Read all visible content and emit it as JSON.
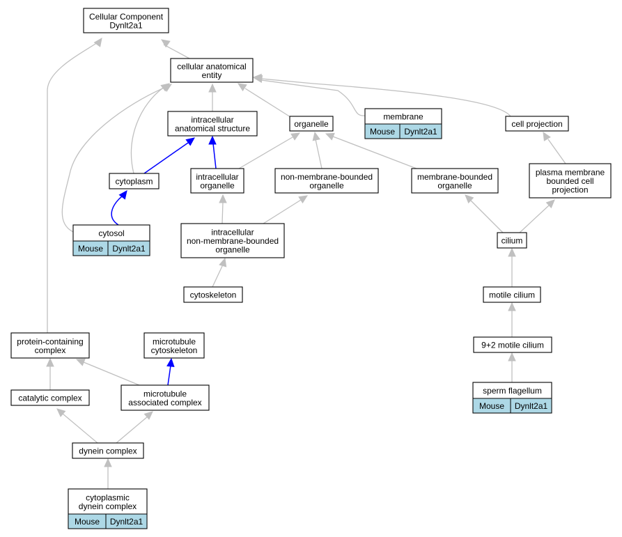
{
  "colors": {
    "is_a_edge": "#c0c0c0",
    "part_of_edge": "#0000ff",
    "annotation_cell": "#add8e6",
    "node_border": "#000000",
    "node_fill": "#ffffff"
  },
  "nodes": {
    "root": {
      "lines": [
        "Cellular Component",
        "Dynlt2a1"
      ]
    },
    "cellular_anatomical_entity": {
      "lines": [
        "cellular anatomical",
        "entity"
      ]
    },
    "intracellular_anatomical_structure": {
      "lines": [
        "intracellular",
        "anatomical structure"
      ]
    },
    "organelle": {
      "lines": [
        "organelle"
      ]
    },
    "membrane": {
      "lines": [
        "membrane"
      ],
      "annotation": [
        "Mouse",
        "Dynlt2a1"
      ]
    },
    "cell_projection": {
      "lines": [
        "cell projection"
      ]
    },
    "cytoplasm": {
      "lines": [
        "cytoplasm"
      ]
    },
    "intracellular_organelle": {
      "lines": [
        "intracellular",
        "organelle"
      ]
    },
    "non_membrane_bounded_organelle": {
      "lines": [
        "non-membrane-bounded",
        "organelle"
      ]
    },
    "membrane_bounded_organelle": {
      "lines": [
        "membrane-bounded",
        "organelle"
      ]
    },
    "plasma_membrane_bounded_cell_projection": {
      "lines": [
        "plasma membrane",
        "bounded cell",
        "projection"
      ]
    },
    "cytosol": {
      "lines": [
        "cytosol"
      ],
      "annotation": [
        "Mouse",
        "Dynlt2a1"
      ]
    },
    "intracellular_non_membrane_bounded_organelle": {
      "lines": [
        "intracellular",
        "non-membrane-bounded",
        "organelle"
      ]
    },
    "cilium": {
      "lines": [
        "cilium"
      ]
    },
    "cytoskeleton": {
      "lines": [
        "cytoskeleton"
      ]
    },
    "motile_cilium": {
      "lines": [
        "motile cilium"
      ]
    },
    "protein_containing_complex": {
      "lines": [
        "protein-containing",
        "complex"
      ]
    },
    "microtubule_cytoskeleton": {
      "lines": [
        "microtubule",
        "cytoskeleton"
      ]
    },
    "nine_plus_two_motile_cilium": {
      "lines": [
        "9+2 motile cilium"
      ]
    },
    "catalytic_complex": {
      "lines": [
        "catalytic complex"
      ]
    },
    "microtubule_associated_complex": {
      "lines": [
        "microtubule",
        "associated complex"
      ]
    },
    "sperm_flagellum": {
      "lines": [
        "sperm flagellum"
      ],
      "annotation": [
        "Mouse",
        "Dynlt2a1"
      ]
    },
    "dynein_complex": {
      "lines": [
        "dynein complex"
      ]
    },
    "cytoplasmic_dynein_complex": {
      "lines": [
        "cytoplasmic",
        "dynein complex"
      ],
      "annotation": [
        "Mouse",
        "Dynlt2a1"
      ]
    }
  }
}
